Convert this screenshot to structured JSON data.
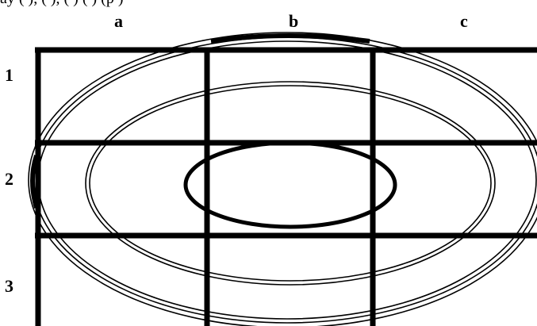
{
  "header": {
    "cutoff_text": "ay          (    ), (    ), (    )     (    ) (p      )"
  },
  "grid": {
    "columns": [
      "a",
      "b",
      "c"
    ],
    "rows": [
      "1",
      "2",
      "3"
    ]
  },
  "colors": {
    "stroke": "#000000",
    "background": "#ffffff"
  }
}
